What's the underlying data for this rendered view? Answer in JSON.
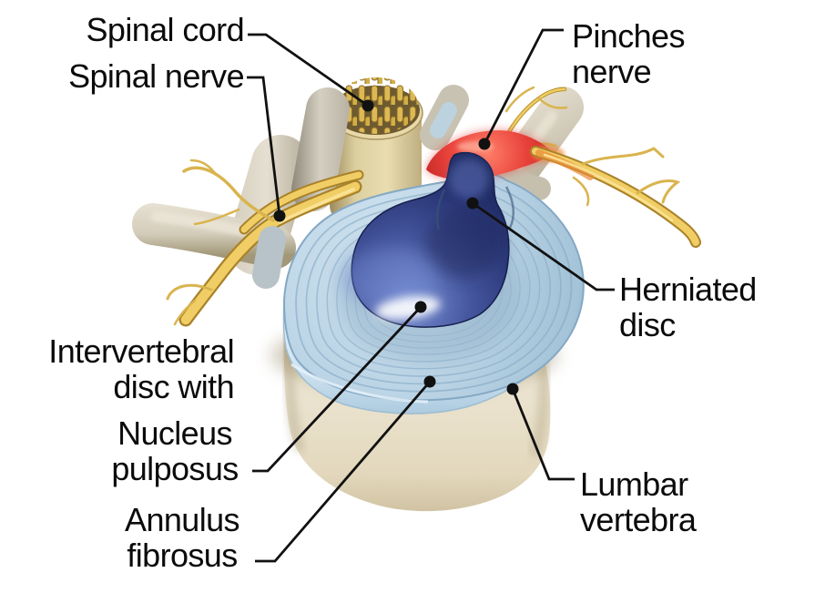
{
  "labels": {
    "spinal_cord": "Spinal cord",
    "spinal_nerve": "Spinal nerve",
    "pinches_nerve": {
      "line1": "Pinches",
      "line2": "nerve"
    },
    "herniated_disc": {
      "line1": "Herniated",
      "line2": "disc"
    },
    "intervertebral_disc": {
      "line1": "Intervertebral",
      "line2": "disc with"
    },
    "nucleus_pulposus": {
      "line1": "Nucleus",
      "line2": "pulposus"
    },
    "annulus_fibrosus": {
      "line1": "Annulus",
      "line2": "fibrosus"
    },
    "lumbar_vertebra": {
      "line1": "Lumbar",
      "line2": "vertebra"
    }
  },
  "colors": {
    "background": "#ffffff",
    "label_text": "#0b0b0b",
    "leader_line": "#111111",
    "nucleus_blue": "#3b4f9f",
    "annulus_blue": "#b5d0e2",
    "inflamed_red": "#e03530",
    "nerve_yellow": "#f1ce65",
    "bone_beige": "#d9d2c0",
    "cord_tan": "#e6d9ad",
    "vertebra_cream": "#e9e1cd"
  }
}
